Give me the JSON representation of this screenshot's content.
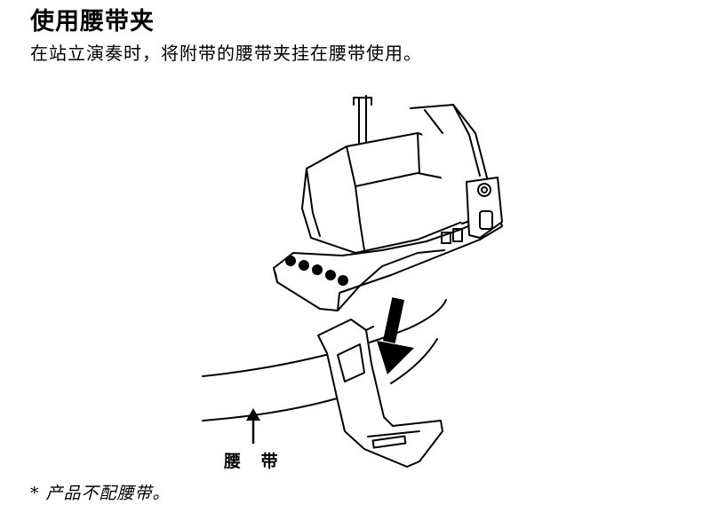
{
  "section": {
    "title": "使用腰带夹",
    "description": "在站立演奏时，将附带的腰带夹挂在腰带使用。"
  },
  "illustration": {
    "belt_label": "腰 带",
    "icons": [
      "belt-clip-illustration",
      "down-arrow-icon",
      "up-arrow-icon"
    ]
  },
  "footnote": "* 产品不配腰带。"
}
